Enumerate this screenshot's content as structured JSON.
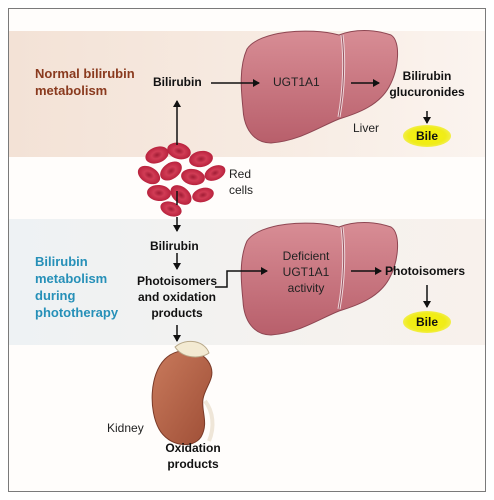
{
  "sections": {
    "normal": "Normal bilirubin metabolism",
    "phototherapy": "Bilirubin metabolism during phototherapy"
  },
  "labels": {
    "bilirubin_top": "Bilirubin",
    "ugt1a1": "UGT1A1",
    "liver": "Liver",
    "bilirubin_glucuronides_1": "Bilirubin",
    "bilirubin_glucuronides_2": "glucuronides",
    "bile_top": "Bile",
    "red_cells_1": "Red",
    "red_cells_2": "cells",
    "bilirubin_bottom": "Bilirubin",
    "photoisomers_oxidation_1": "Photoisomers",
    "photoisomers_oxidation_2": "and oxidation",
    "photoisomers_oxidation_3": "products",
    "deficient_1": "Deficient",
    "deficient_2": "UGT1A1",
    "deficient_3": "activity",
    "photoisomers_right": "Photoisomers",
    "bile_bottom": "Bile",
    "kidney": "Kidney",
    "oxidation_products_1": "Oxidation",
    "oxidation_products_2": "products"
  },
  "colors": {
    "normal_heading": "#8a3a1e",
    "phototherapy_heading": "#2690b8",
    "liver": "#c6707a",
    "red_cell": "#c8314a",
    "bile": "#f2ee10",
    "kidney": "#b8644a"
  }
}
